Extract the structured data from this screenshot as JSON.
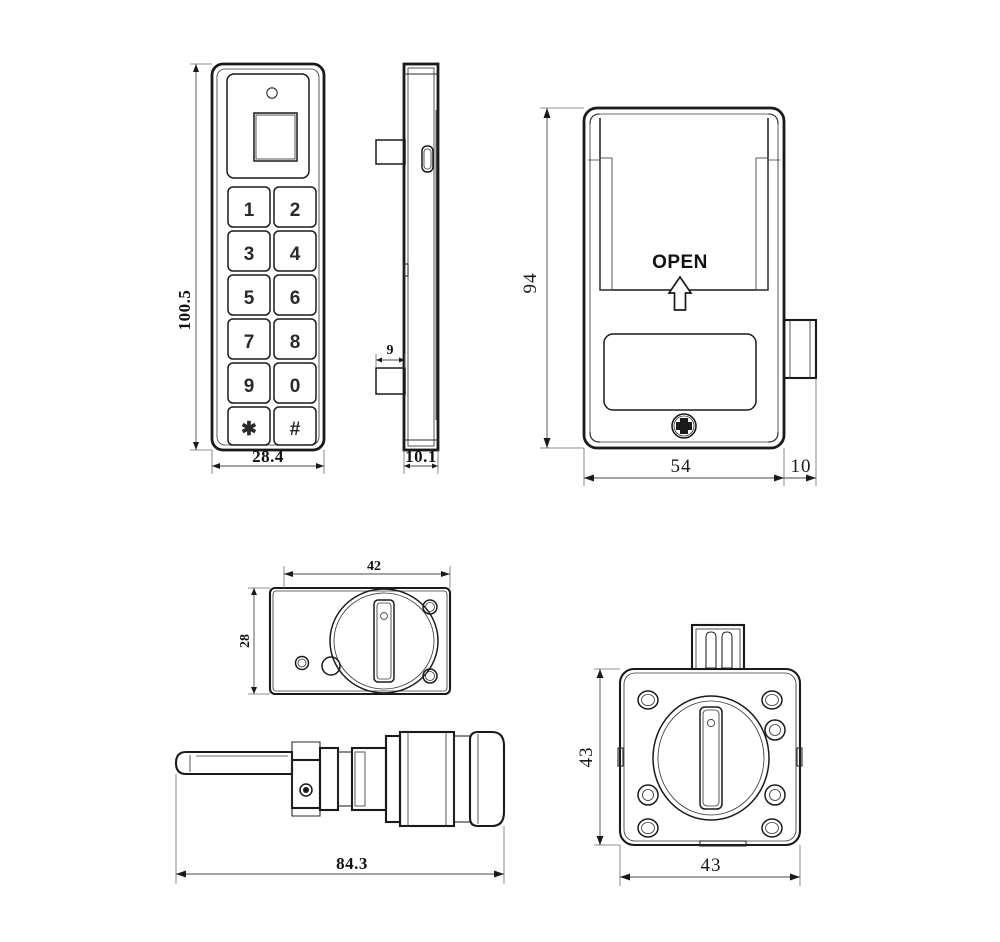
{
  "drawing": {
    "title": "Electronic cabinet lock technical drawing",
    "background_color": "#ffffff",
    "line_color": "#1a1a1a",
    "units": "mm"
  },
  "views": {
    "front": {
      "name": "front-keypad-view",
      "dimensions": {
        "height_label": "100.5",
        "width_label": "28.4"
      },
      "indicator": "led-indicator",
      "reader_window": "card-reader-window",
      "keypad": {
        "rows": [
          [
            "1",
            "2"
          ],
          [
            "3",
            "4"
          ],
          [
            "5",
            "6"
          ],
          [
            "7",
            "8"
          ],
          [
            "9",
            "0"
          ],
          [
            "✱",
            "#"
          ]
        ]
      }
    },
    "side": {
      "name": "side-profile-view",
      "dimensions": {
        "tab_label": "9",
        "thickness_label": "10.1"
      },
      "port": "usb-port-slot"
    },
    "rear": {
      "name": "rear-housing-view",
      "dimensions": {
        "height_label": "94",
        "width_label": "54",
        "depth_label": "10"
      },
      "marking_text": "OPEN",
      "marking_arrow": "up-arrow",
      "screw": "phillips-screw",
      "battery_cover": "battery-cover-panel",
      "latch": "side-latch-block"
    },
    "knob_front": {
      "name": "knob-plate-front-view",
      "dimensions": {
        "width_label": "42",
        "height_label": "28"
      },
      "knob": "rotary-knob",
      "holes": [
        "mounting-hole",
        "mounting-hole",
        "mounting-hole",
        "mounting-hole"
      ]
    },
    "knob_side": {
      "name": "knob-assembly-side-view",
      "dimensions": {
        "length_label": "84.3"
      },
      "cam_arm": "cam-arm",
      "body": "lock-body"
    },
    "knob_rear": {
      "name": "knob-plate-rear-view",
      "dimensions": {
        "height_label": "43",
        "width_label": "43"
      },
      "knob": "rotary-knob",
      "connector": "wire-connector",
      "holes_count": "6"
    }
  }
}
